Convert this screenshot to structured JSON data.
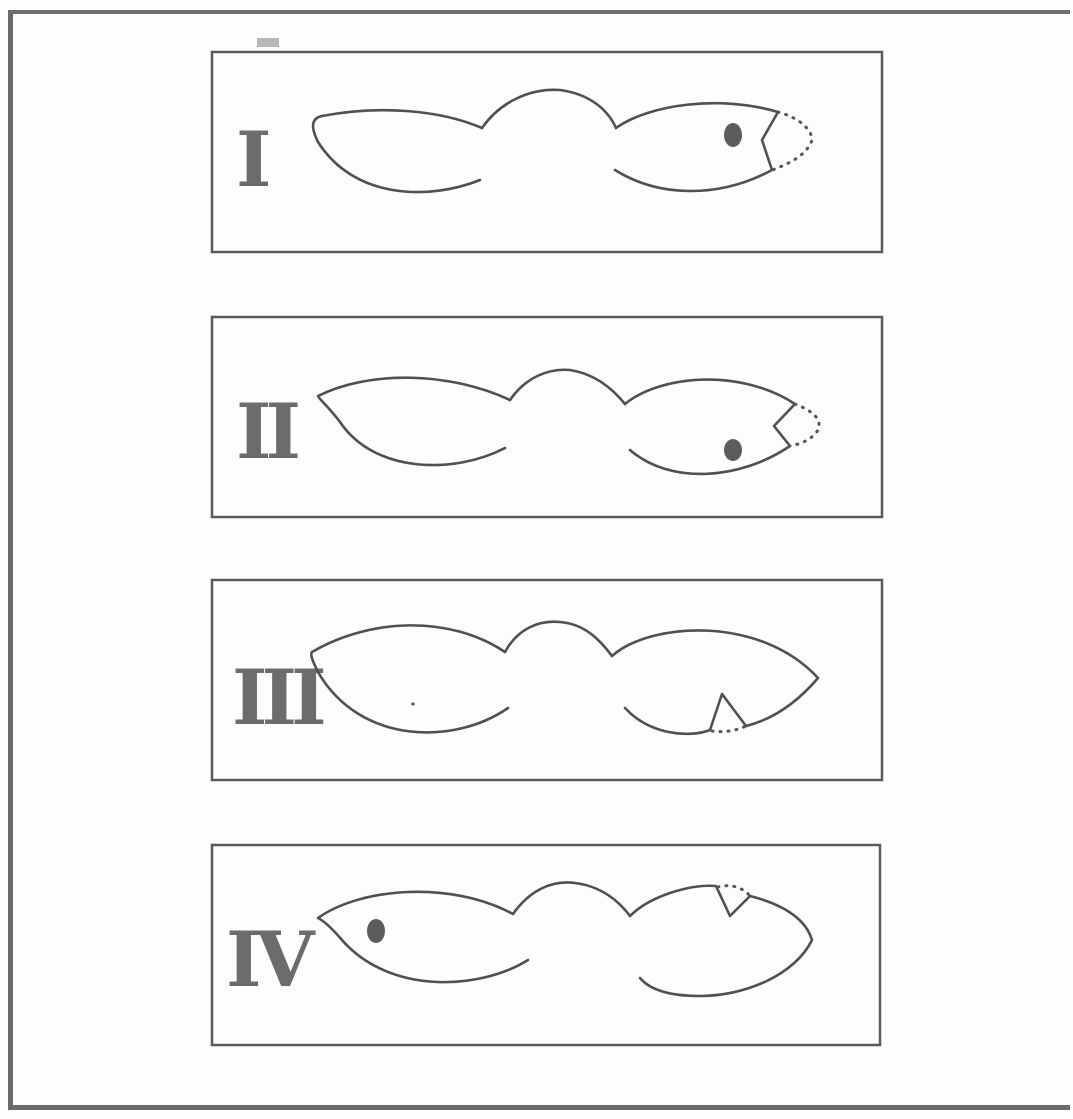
{
  "panels": [
    {
      "numeral": "I"
    },
    {
      "numeral": "II"
    },
    {
      "numeral": "III"
    },
    {
      "numeral": "IV"
    }
  ],
  "colors": {
    "ink": "#505050",
    "paper": "#fdfdfb",
    "frame": "#6a6a6a"
  }
}
